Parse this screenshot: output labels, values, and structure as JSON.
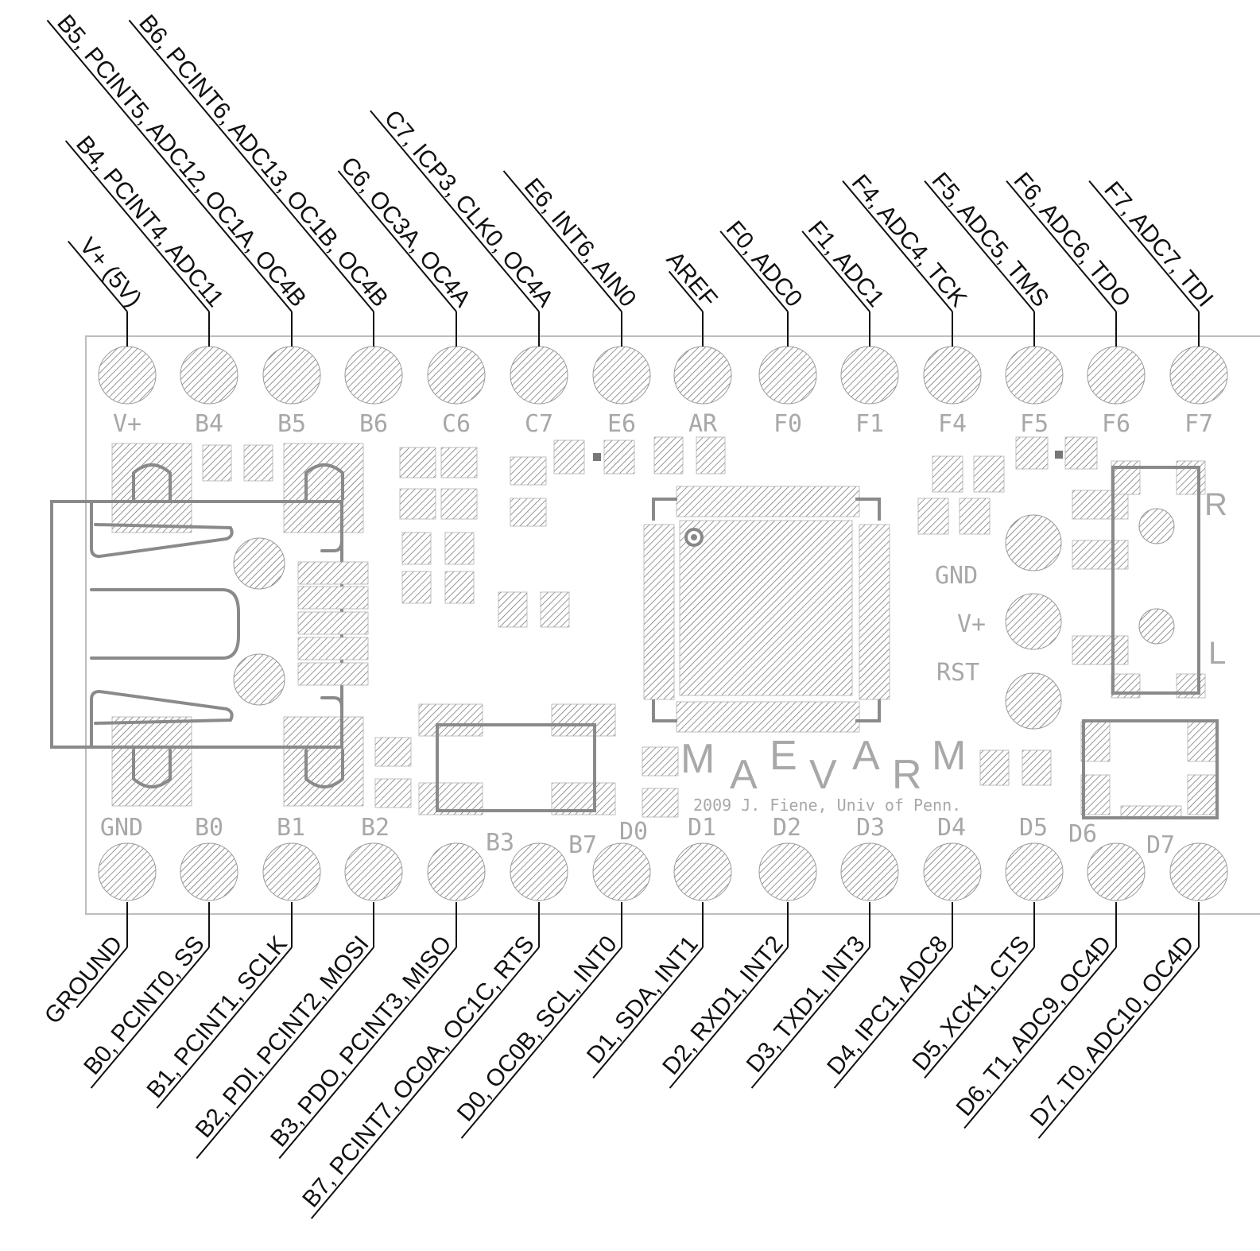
{
  "top_pins": [
    {
      "silk": "V+",
      "label": "V+ (5V)"
    },
    {
      "silk": "B4",
      "label": "B4, PCINT4, ADC11"
    },
    {
      "silk": "B5",
      "label": "B5, PCINT5, ADC12, OC1A, OC4B"
    },
    {
      "silk": "B6",
      "label": "B6, PCINT6, ADC13, OC1B, OC4B"
    },
    {
      "silk": "C6",
      "label": "C6, OC3A, OC4A"
    },
    {
      "silk": "C7",
      "label": "C7, ICP3, CLK0, OC4A"
    },
    {
      "silk": "E6",
      "label": "E6, INT6, AIN0"
    },
    {
      "silk": "AR",
      "label": "AREF"
    },
    {
      "silk": "F0",
      "label": "F0, ADC0"
    },
    {
      "silk": "F1",
      "label": "F1, ADC1"
    },
    {
      "silk": "F4",
      "label": "F4, ADC4, TCK"
    },
    {
      "silk": "F5",
      "label": "F5, ADC5, TMS"
    },
    {
      "silk": "F6",
      "label": "F6, ADC6, TDO"
    },
    {
      "silk": "F7",
      "label": "F7, ADC7, TDI"
    }
  ],
  "bottom_pins": [
    {
      "silk": "GND",
      "label": "GROUND"
    },
    {
      "silk": "B0",
      "label": "B0, PCINT0, SS"
    },
    {
      "silk": "B1",
      "label": "B1, PCINT1, SCLK"
    },
    {
      "silk": "B2",
      "label": "B2, PDI, PCINT2, MOSI"
    },
    {
      "silk": "B3",
      "label": "B3, PDO, PCINT3, MISO"
    },
    {
      "silk": "B7",
      "label": "B7, PCINT7, OC0A, OC1C, RTS"
    },
    {
      "silk": "D0",
      "label": "D0, OC0B, SCL, INT0"
    },
    {
      "silk": "D1",
      "label": "D1, SDA, INT1"
    },
    {
      "silk": "D2",
      "label": "D2, RXD1, INT2"
    },
    {
      "silk": "D3",
      "label": "D3, TXD1, INT3"
    },
    {
      "silk": "D4",
      "label": "D4, IPC1, ADC8"
    },
    {
      "silk": "D5",
      "label": "D5, XCK1, CTS"
    },
    {
      "silk": "D6",
      "label": "D6, T1, ADC9, OC4D"
    },
    {
      "silk": "D7",
      "label": "D7, T0, ADC10, OC4D"
    }
  ],
  "side_labels": {
    "gnd": "GND",
    "vplus": "V+",
    "rst": "RST"
  },
  "led_labels": {
    "r": "R",
    "l": "L"
  },
  "brand_letters": [
    "M",
    "A",
    "E",
    "V",
    "A",
    "R",
    "M"
  ],
  "credit": "2009 J. Fiene, Univ of Penn."
}
